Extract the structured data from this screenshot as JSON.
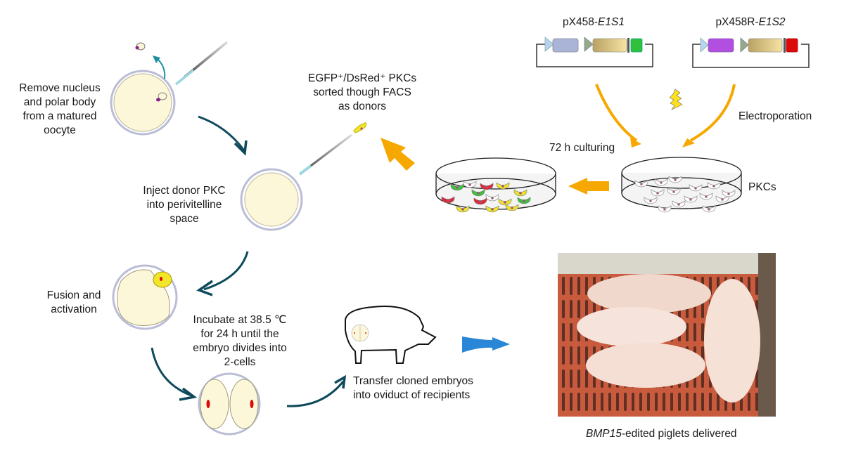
{
  "diagram": {
    "title": "BMP15 knockout pig production by somatic cell nuclear transfer",
    "plasmids": [
      {
        "name_prefix": "pX458-",
        "name_italic": "E1S1",
        "reporter_color": "#2fc03c",
        "cassette_color": "#a9b3d6"
      },
      {
        "name_prefix": "pX458R-",
        "name_italic": "E1S2",
        "reporter_color": "#dd0a0a",
        "cassette_color": "#b24ee0"
      }
    ],
    "labels": {
      "electroporation": "Electroporation",
      "pkcs": "PKCs",
      "culturing": "72 h culturing",
      "donors_line1": "EGFP⁺/DsRed⁺ PKCs",
      "donors_line2": "sorted though FACS",
      "donors_line3": "as donors",
      "enucleate_line1": "Remove nucleus",
      "enucleate_line2": "and polar body",
      "enucleate_line3": "from a matured",
      "enucleate_line4": "oocyte",
      "inject_line1": "Inject donor PKC",
      "inject_line2": "into perivitelline",
      "inject_line3": "space",
      "fusion_line1": "Fusion and",
      "fusion_line2": "activation",
      "incubate_line1": "Incubate at 38.5 ℃",
      "incubate_line2": "for 24 h until the",
      "incubate_line3": "embryo divides into",
      "incubate_line4": "2-cells",
      "transfer_line1": "Transfer cloned embryos",
      "transfer_line2": "into oviduct of recipients",
      "result_italic": "BMP15",
      "result_rest": "-edited piglets delivered"
    },
    "colors": {
      "process_arrow": "#0f4a5c",
      "culture_arrow": "#f6a800",
      "delivery_arrow": "#2a86d6",
      "oocyte_fill": "#fbf7d8",
      "zona": "#b9bdd6"
    }
  }
}
